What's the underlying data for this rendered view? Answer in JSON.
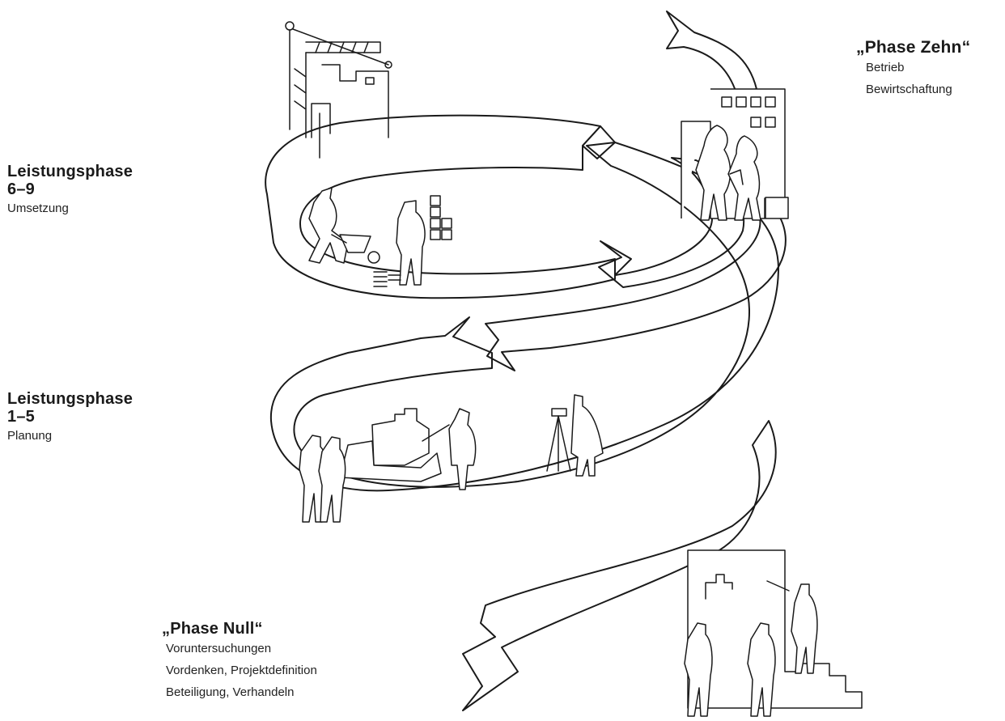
{
  "colors": {
    "ribbon_dark": "#e8115b",
    "ribbon_light": "#f4aab5",
    "ribbon_white": "#ffffff",
    "line": "#1a1a1a"
  },
  "labels": {
    "phase_zehn": {
      "title": "„Phase Zehn“",
      "lines": [
        "Betrieb",
        "Bewirtschaftung"
      ]
    },
    "leistungsphase_6_9": {
      "title_line1": "Leistungsphase",
      "title_line2": "6–9",
      "lines": [
        "Umsetzung"
      ]
    },
    "leistungsphase_1_5": {
      "title_line1": "Leistungsphase",
      "title_line2": "1–5",
      "lines": [
        "Planung"
      ]
    },
    "phase_null": {
      "title": "„Phase Null“",
      "lines": [
        "Voruntersuchungen",
        "Vordenken, Projektdefinition",
        "Beteiligung, Verhandeln"
      ]
    }
  },
  "illustrations": [
    "crane",
    "building-with-people",
    "worker-with-wheelbarrow",
    "worker-with-bricks",
    "planners-with-model",
    "surveyor-with-tripod",
    "people-at-board",
    "two-people"
  ]
}
